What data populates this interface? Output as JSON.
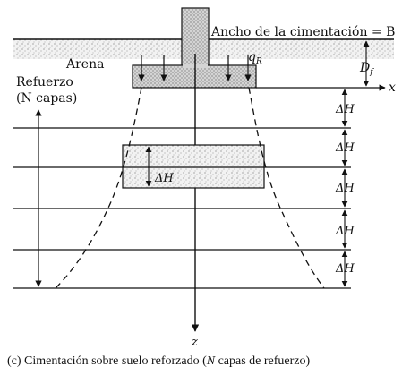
{
  "labels": {
    "ancho": "Ancho de la cimentación = B",
    "arena": "Arena",
    "qr": "q",
    "qr_sub": "R",
    "df": "D",
    "df_sub": "f",
    "x_axis": "x",
    "z_axis": "z",
    "refuerzo_line1": "Refuerzo",
    "refuerzo_line2": "(N capas)",
    "delta_h": "ΔH"
  },
  "caption": {
    "prefix": "(c) Cimentación sobre suelo reforzado (",
    "n1": "N",
    "middle": " capas de refuerzo)"
  },
  "layers": {
    "count": 6,
    "spacing_count": 5
  },
  "colors": {
    "line": "#111111",
    "stipple": "#777777",
    "footing_fill": "#d9d9d9"
  }
}
